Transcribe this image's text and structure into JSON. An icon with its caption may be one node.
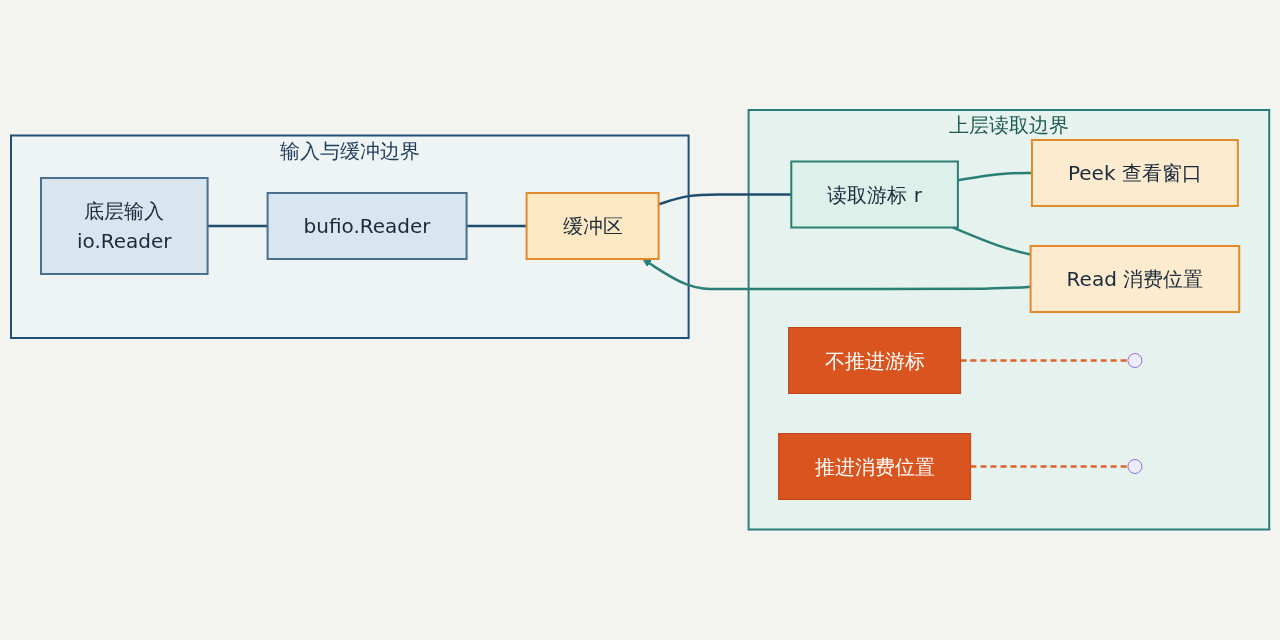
{
  "diagram": {
    "nodes": [
      {
        "text": [
          "输入与缓冲边界"
        ]
      },
      {
        "text": [
          "底层输入",
          "io.Reader"
        ],
        "in": 0
      },
      {
        "text": [
          "bufio.Reader"
        ],
        "in": 0
      },
      {
        "text": [
          "缓冲区"
        ],
        "in": 0
      },
      {
        "text": [
          "上层读取边界"
        ]
      },
      {
        "text": [
          "读取游标 r"
        ],
        "in": 4
      },
      {
        "text": [
          "Peek 查看窗口"
        ],
        "in": 4
      },
      {
        "text": [
          "Read 消费位置"
        ],
        "in": 4
      },
      {
        "text": [
          "不推进游标"
        ],
        "in": 4
      },
      {
        "text": [
          "推进消费位置"
        ],
        "in": 4
      }
    ],
    "edges": [
      {
        "from": 1,
        "to": 2,
        "arrow": "none"
      },
      {
        "from": 2,
        "to": 3,
        "arrow": "none"
      },
      {
        "from": 3,
        "to": 5,
        "arrow": "none"
      },
      {
        "from": 5,
        "to": 6,
        "arrow": "none"
      },
      {
        "from": 5,
        "to": 7,
        "arrow": "none"
      },
      {
        "from": 7,
        "to": 3,
        "arrow": "to"
      },
      {
        "from": 8,
        "to": null,
        "arrow": "none",
        "style": "dashed",
        "color": "#e0612a"
      },
      {
        "from": 9,
        "to": null,
        "arrow": "none",
        "style": "dashed",
        "color": "#e0612a"
      }
    ]
  }
}
